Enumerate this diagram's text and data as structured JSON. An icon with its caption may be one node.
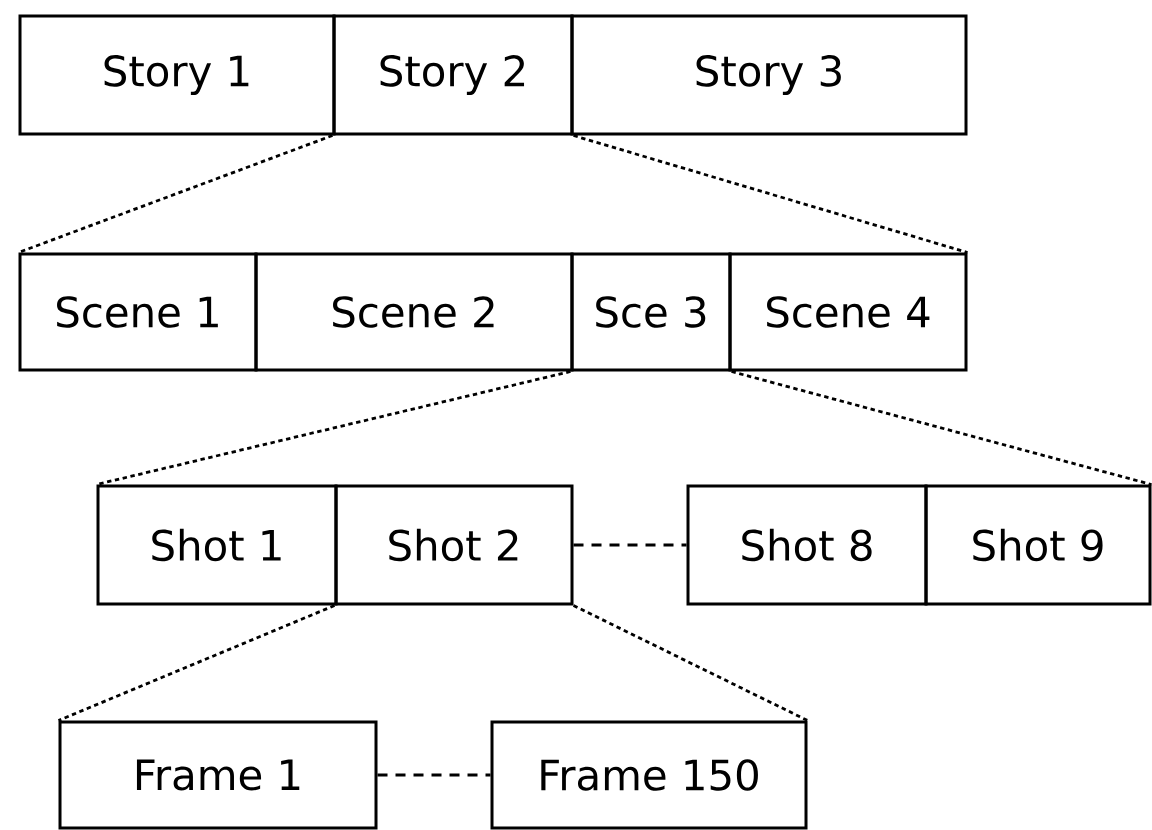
{
  "diagram": {
    "nodes": [
      {
        "text": [
          "Story 1"
        ]
      },
      {
        "text": [
          "Story 2"
        ]
      },
      {
        "text": [
          "Story 3"
        ]
      },
      {
        "text": [
          "Scene 1"
        ]
      },
      {
        "text": [
          "Scene 2"
        ]
      },
      {
        "text": [
          "Sce 3"
        ]
      },
      {
        "text": [
          "Scene 4"
        ]
      },
      {
        "text": [
          "Shot 1"
        ]
      },
      {
        "text": [
          "Shot 2"
        ]
      },
      {
        "text": [
          "Shot 8"
        ]
      },
      {
        "text": [
          "Shot 9"
        ]
      },
      {
        "text": [
          "Frame 1"
        ]
      },
      {
        "text": [
          "Frame 150"
        ]
      }
    ],
    "edges": [
      {
        "from": 1,
        "to": 3,
        "arrow": "none"
      },
      {
        "from": 1,
        "to": 6,
        "arrow": "none"
      },
      {
        "from": 5,
        "to": 7,
        "arrow": "none"
      },
      {
        "from": 5,
        "to": 10,
        "arrow": "none"
      },
      {
        "from": 8,
        "to": 9,
        "arrow": "none",
        "style": "dashed"
      },
      {
        "from": 8,
        "to": 11,
        "arrow": "none"
      },
      {
        "from": 8,
        "to": 12,
        "arrow": "none"
      },
      {
        "from": 11,
        "to": 12,
        "arrow": "none",
        "style": "dashed"
      }
    ]
  }
}
